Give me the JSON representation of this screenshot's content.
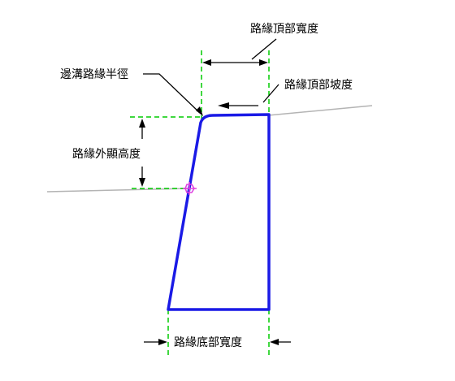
{
  "labels": {
    "top_width": "路緣頂部寬度",
    "top_slope": "路緣頂部坡度",
    "gutter_radius": "邊溝路緣半徑",
    "reveal_height": "路緣外顯高度",
    "bottom_width": "路緣底部寬度"
  },
  "colors": {
    "curb_outline": "#1a1ae6",
    "dimension_guide": "#00cc00",
    "ground_line": "#b4b4b4",
    "insertion_marker": "#e040e0",
    "text": "#000000"
  }
}
